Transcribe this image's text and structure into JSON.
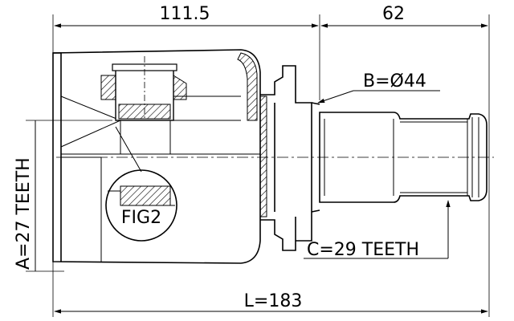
{
  "dimensions": {
    "top_left": "111.5",
    "top_right": "62",
    "spline_b": "B=Ø44",
    "spline_a": "A=27 TEETH",
    "spline_c": "C=29 TEETH",
    "overall_length": "L=183"
  },
  "figure_label": "FIG2"
}
